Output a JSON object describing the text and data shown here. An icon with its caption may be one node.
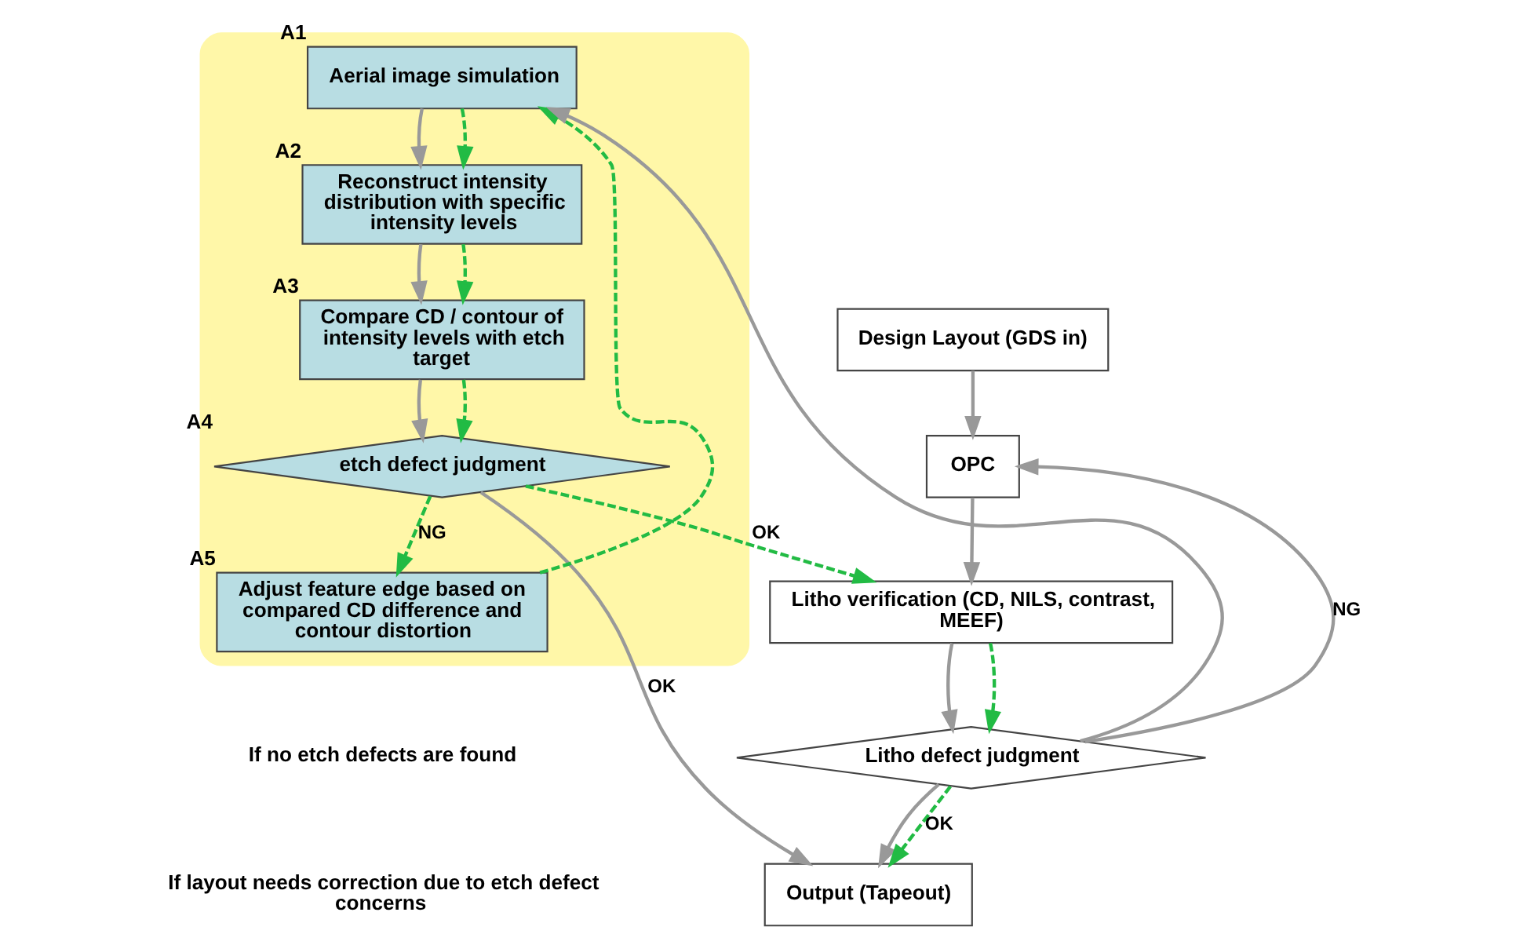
{
  "diagram": {
    "nodes": [
      {
        "text": [],
        "shape": "box"
      },
      {
        "text": [
          "Aerial image simulation"
        ],
        "beside": [
          "A1"
        ],
        "in": 0
      },
      {
        "text": [
          "Reconstruct intensity distribution with specific intensity levels"
        ],
        "beside": [
          "A2"
        ],
        "in": 0
      },
      {
        "text": [
          "Compare CD / contour of intensity levels with etch target"
        ],
        "beside": [
          "A3"
        ],
        "in": 0
      },
      {
        "text": [
          "etch defect judgment"
        ],
        "beside": [
          "A4"
        ],
        "in": 0
      },
      {
        "text": [
          "Adjust feature edge based on compared CD difference and contour distortion"
        ],
        "beside": [
          "A5"
        ],
        "in": 0
      },
      {
        "text": [
          "Design Layout (GDS in)"
        ]
      },
      {
        "text": [
          "OPC"
        ]
      },
      {
        "text": [
          "Litho verification (CD, NILS, contrast, MEEF)"
        ]
      },
      {
        "text": [
          "Litho defect judgment"
        ]
      },
      {
        "text": [
          "Output (Tapeout)"
        ]
      }
    ],
    "edges": [
      {
        "from": 1,
        "to": 2,
        "arrow": "to"
      },
      {
        "from": 1,
        "to": 2,
        "arrow": "to",
        "style": "dashed",
        "color": "#22bb44"
      },
      {
        "from": 2,
        "to": 3,
        "arrow": "to"
      },
      {
        "from": 2,
        "to": 3,
        "arrow": "to",
        "style": "dashed",
        "color": "#22bb44"
      },
      {
        "from": 3,
        "to": 4,
        "arrow": "to"
      },
      {
        "from": 3,
        "to": 4,
        "arrow": "to",
        "style": "dashed",
        "color": "#22bb44"
      },
      {
        "from": 4,
        "to": 5,
        "arrow": "to",
        "label": "NG",
        "style": "dashed",
        "color": "#22bb44"
      },
      {
        "from": 5,
        "to": 1,
        "arrow": "to",
        "style": "dashed",
        "color": "#22bb44"
      },
      {
        "from": 4,
        "to": 8,
        "arrow": "to",
        "label": "OK",
        "style": "dashed",
        "color": "#22bb44"
      },
      {
        "from": 4,
        "to": 10,
        "arrow": "to",
        "label": "OK"
      },
      {
        "from": 6,
        "to": 7,
        "arrow": "to"
      },
      {
        "from": 7,
        "to": 8,
        "arrow": "to"
      },
      {
        "from": 8,
        "to": 9,
        "arrow": "to"
      },
      {
        "from": 8,
        "to": 9,
        "arrow": "to",
        "style": "dashed",
        "color": "#22bb44"
      },
      {
        "from": 9,
        "to": 7,
        "arrow": "to",
        "label": "NG"
      },
      {
        "from": 9,
        "to": 1,
        "arrow": "to"
      },
      {
        "from": 9,
        "to": 10,
        "arrow": "to"
      },
      {
        "from": 9,
        "to": 10,
        "arrow": "to",
        "label": "OK",
        "style": "dashed",
        "color": "#22bb44"
      }
    ],
    "legend": [
      {
        "text": "If no etch defects are found"
      },
      {
        "text": "If layout needs correction due to etch defect concerns"
      }
    ]
  }
}
